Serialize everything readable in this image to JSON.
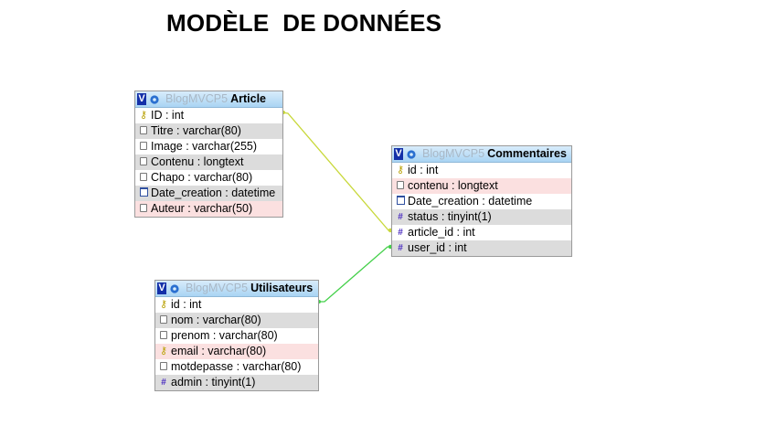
{
  "title": "MODÈLE  DE DONNÉES",
  "db_name": "BlogMVCP5",
  "tables": {
    "article": {
      "name": "Article",
      "fields": [
        {
          "label": "ID : int",
          "icon": "key-icon"
        },
        {
          "label": "Titre : varchar(80)",
          "icon": "text-field-icon"
        },
        {
          "label": "Image : varchar(255)",
          "icon": "text-field-icon"
        },
        {
          "label": "Contenu : longtext",
          "icon": "text-field-icon"
        },
        {
          "label": "Chapo : varchar(80)",
          "icon": "text-field-icon"
        },
        {
          "label": "Date_creation : datetime",
          "icon": "calendar-icon"
        },
        {
          "label": "Auteur : varchar(50)",
          "icon": "text-field-icon"
        }
      ]
    },
    "commentaires": {
      "name": "Commentaires",
      "fields": [
        {
          "label": "id : int",
          "icon": "key-icon"
        },
        {
          "label": "contenu : longtext",
          "icon": "text-field-icon"
        },
        {
          "label": "Date_creation : datetime",
          "icon": "calendar-icon"
        },
        {
          "label": "status : tinyint(1)",
          "icon": "hash-icon"
        },
        {
          "label": "article_id : int",
          "icon": "hash-icon"
        },
        {
          "label": "user_id : int",
          "icon": "hash-icon"
        }
      ]
    },
    "utilisateurs": {
      "name": "Utilisateurs",
      "fields": [
        {
          "label": "id : int",
          "icon": "key-icon"
        },
        {
          "label": "nom : varchar(80)",
          "icon": "text-field-icon"
        },
        {
          "label": "prenom : varchar(80)",
          "icon": "text-field-icon"
        },
        {
          "label": "email : varchar(80)",
          "icon": "key-icon"
        },
        {
          "label": "motdepasse : varchar(80)",
          "icon": "text-field-icon"
        },
        {
          "label": "admin : tinyint(1)",
          "icon": "hash-icon"
        }
      ]
    }
  },
  "colors": {
    "link_article": "#c8d83a",
    "link_user": "#44d04a",
    "header": "#a9d4f3"
  }
}
